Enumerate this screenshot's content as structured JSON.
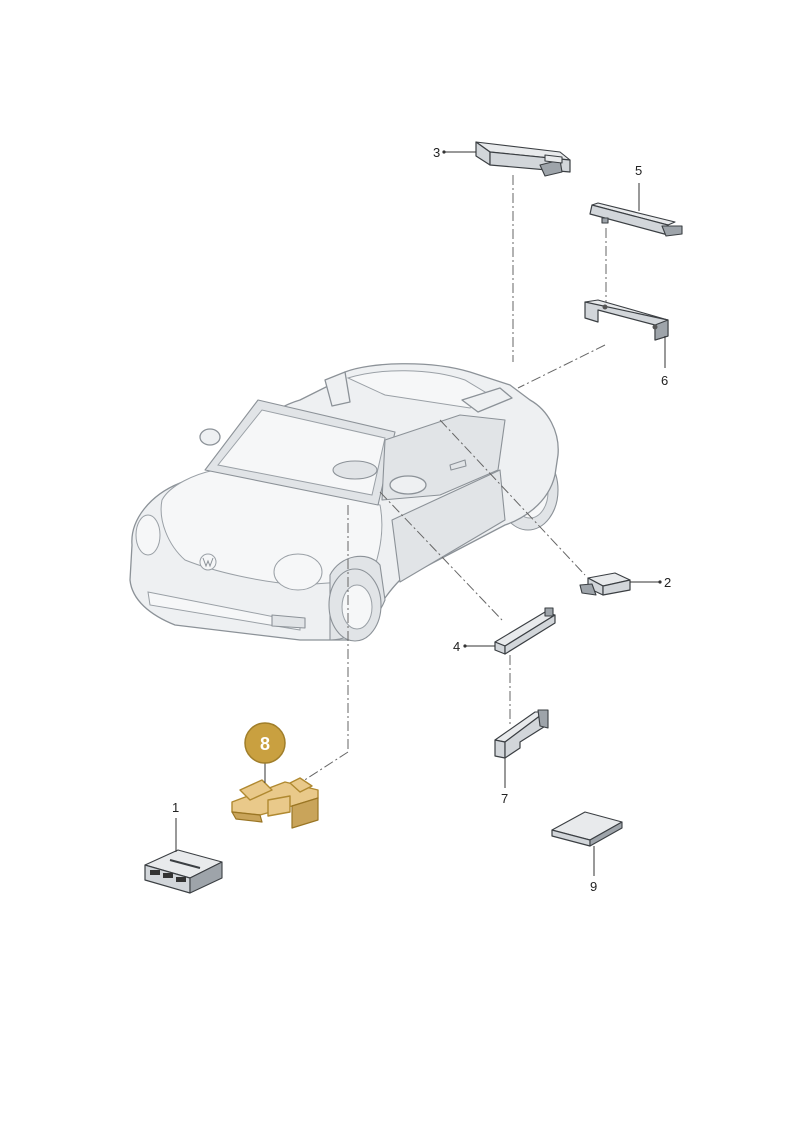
{
  "callouts": {
    "c1": "1",
    "c2": "2",
    "c3": "3",
    "c4": "4",
    "c5": "5",
    "c6": "6",
    "c7": "7",
    "c8": "8",
    "c9": "9"
  },
  "highlight": {
    "part_number": "8",
    "fill_color": "#e9c98a",
    "badge_color": "#c9a040"
  }
}
